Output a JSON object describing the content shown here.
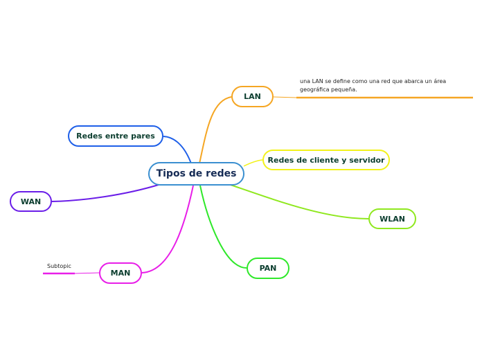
{
  "mindmap": {
    "central": {
      "label": "Tipos de redes",
      "color": "#3a8fd0"
    },
    "branches": [
      {
        "id": "lan",
        "label": "LAN",
        "color": "#f5a623",
        "note": "una LAN se define como una red que abarca un área geográfica pequeña."
      },
      {
        "id": "peer",
        "label": "Redes entre pares",
        "color": "#1e5fe8"
      },
      {
        "id": "client-server",
        "label": "Redes de cliente y servidor",
        "color": "#f2f21a"
      },
      {
        "id": "wan",
        "label": "WAN",
        "color": "#6a1de8"
      },
      {
        "id": "wlan",
        "label": "WLAN",
        "color": "#8fe81e"
      },
      {
        "id": "pan",
        "label": "PAN",
        "color": "#2fe82a"
      },
      {
        "id": "man",
        "label": "MAN",
        "color": "#e81ee8",
        "subtopic": "Subtopic"
      }
    ]
  }
}
